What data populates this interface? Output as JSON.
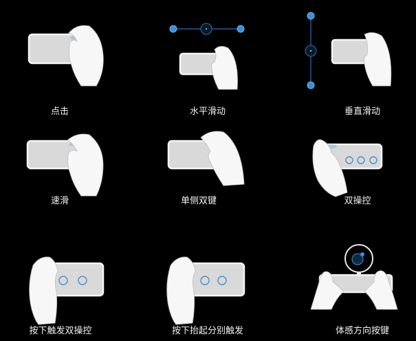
{
  "gestures": [
    {
      "label": "点击"
    },
    {
      "label": "水平滑动"
    },
    {
      "label": "垂直滑动"
    },
    {
      "label": "速滑"
    },
    {
      "label": "单侧双键"
    },
    {
      "label": "双操控"
    },
    {
      "label": "按下触发双操控"
    },
    {
      "label": "按下抬起分别触发"
    },
    {
      "label": "体感方向按键"
    }
  ],
  "colors": {
    "background": "#000000",
    "accent": "#3a8fd9",
    "phone": "#d9d9d9"
  }
}
